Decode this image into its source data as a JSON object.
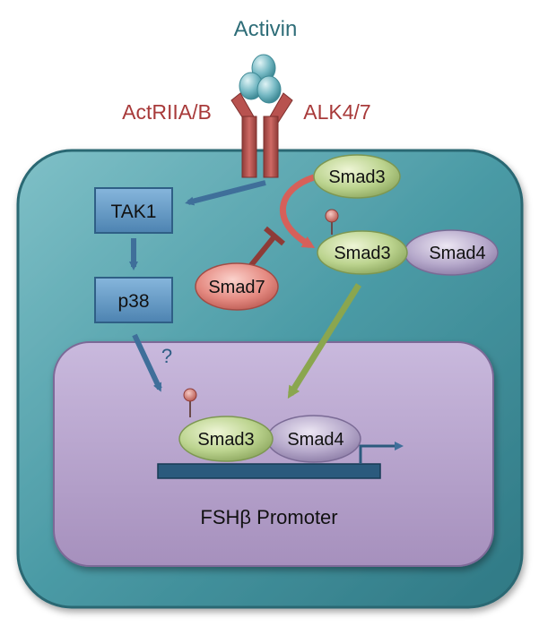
{
  "ligand": {
    "label": "Activin"
  },
  "receptors": {
    "type2": "ActRIIA/B",
    "type1": "ALK4/7"
  },
  "kinases": {
    "tak1": "TAK1",
    "p38": "p38"
  },
  "unknown_link": "?",
  "smads": {
    "smad3_free": "Smad3",
    "smad3_complex": "Smad3",
    "smad4_complex": "Smad4",
    "smad7": "Smad7",
    "smad3_nuclear": "Smad3",
    "smad4_nuclear": "Smad4"
  },
  "promoter": {
    "label": "FSHβ Promoter"
  },
  "colors": {
    "cell": "#3f8f9b",
    "nucleus": "#9c8ab3",
    "receptor": "#b8524f",
    "kinase": "#4f86b4",
    "smad3": "#b8d08a",
    "smad4": "#b3a6c8",
    "smad7": "#e07a72",
    "text_teal": "#2e6d78",
    "text_red": "#a83a3a"
  }
}
